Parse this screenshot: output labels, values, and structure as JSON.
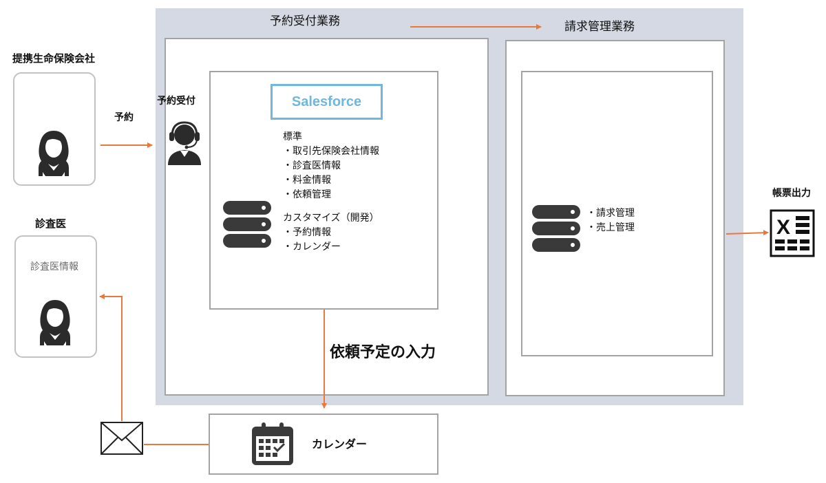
{
  "regions": {
    "reservation": "予約受付業務",
    "billing": "請求管理業務"
  },
  "partner": {
    "title": "提携生命保険会社",
    "reservation_label": "予約"
  },
  "doctor": {
    "title": "診査医",
    "info_label": "診査医情報"
  },
  "operator_label": "予約受付",
  "salesforce": {
    "logo": "Salesforce",
    "standard_heading": "標準",
    "standard_items": [
      "・取引先保険会社情報",
      "・診査医情報",
      "・料金情報",
      "・依頼管理"
    ],
    "custom_heading": "カスタマイズ（開発）",
    "custom_items": [
      "・予約情報",
      "・カレンダー"
    ]
  },
  "billing_items": [
    "・請求管理",
    "・売上管理"
  ],
  "output_label": "帳票出力",
  "schedule_input_label": "依頼予定の入力",
  "calendar_label": "カレンダー",
  "colors": {
    "region_bg": "#d4d9e3",
    "box_border": "#a3a3a3",
    "arrow": "#e8793a",
    "salesforce_accent": "#6fb7dc",
    "icon_dark": "#2b2b2b"
  }
}
